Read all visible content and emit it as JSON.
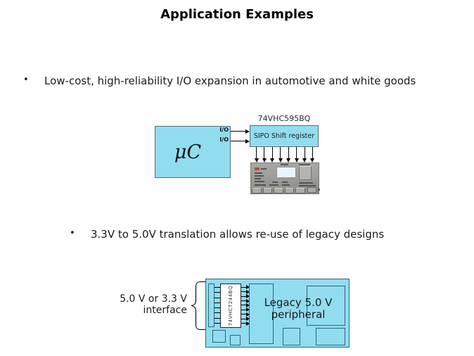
{
  "slide": {
    "title": "Application Examples"
  },
  "bullets": [
    {
      "marker": "•",
      "text": "Low-cost, high-reliability I/O expansion in automotive and white goods"
    },
    {
      "marker": "•",
      "text": "3.3V to 5.0V translation allows re-use of legacy designs"
    }
  ],
  "diagram1": {
    "mcu_label": "μC",
    "io_label_1": "I/O",
    "io_label_2": "I/O",
    "chip_name": "74VHC595BQ",
    "chip_box_label": "SIPO Shift register",
    "down_arrow_count": 8
  },
  "diagram2": {
    "interface_label_line1": "5.0 V or 3.3 V",
    "interface_label_line2": "interface",
    "chip_label": "74VHCT244BQ",
    "board_label_line1": "Legacy 5.0 V",
    "board_label_line2": "peripheral",
    "pin_line_count": 8,
    "arrow_count": 9
  },
  "colors": {
    "box_fill": "#92dcf0",
    "box_border_d1": "#5a6a72",
    "box_border_d2": "#2f6478",
    "arrow": "#000000",
    "panel_body": "#9a9a96",
    "panel_display": "#eaf4fb",
    "panel_led": "#c0452a",
    "text": "#1a1a1a"
  }
}
